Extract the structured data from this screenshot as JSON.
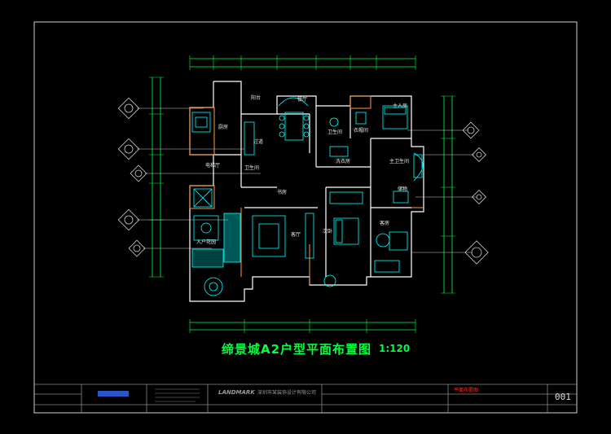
{
  "drawing": {
    "title": "缔景城A2户型平面布置图",
    "scale": "1:120",
    "sheet_number": "001",
    "stamp_text": "平面布置图",
    "logo_text": "LANDMARK",
    "company_text": "深圳市某装饰设计有限公司"
  },
  "rooms": {
    "study": "书房",
    "kitchen": "厨房",
    "dining": "餐厅",
    "balcony": "阳台",
    "master_bedroom": "主人房",
    "bath1": "卫生间",
    "bath2": "卫生间",
    "bath3": "主卫生间",
    "corridor": "过道",
    "living": "客厅",
    "entry": "入户花园",
    "bedroom2": "次卧",
    "bedroom3": "客房",
    "laundry": "洗衣房",
    "storage": "储物",
    "lift_lobby": "电梯厅",
    "dressing": "衣帽间"
  },
  "colors": {
    "wall": "#ffffff",
    "furniture": "#00ffff",
    "dimension": "#00ff3c",
    "frame": "#cfcfcf",
    "accent_orange": "#ff9a3c",
    "stamp": "#ff2a2a"
  }
}
